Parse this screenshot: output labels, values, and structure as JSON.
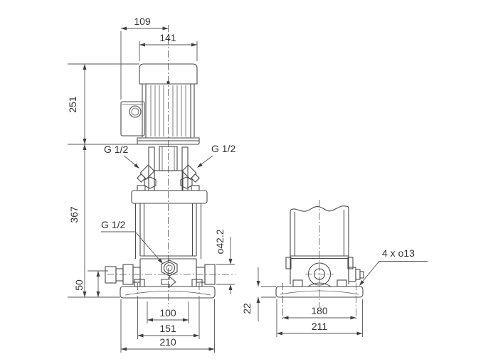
{
  "drawing": {
    "description": "Dimensional drawing of a vertical multistage centrifugal pump: front view with motor and side view of base",
    "colors": {
      "line": "#4a4a4a",
      "dimension": "#565656",
      "text": "#333333",
      "background": "#ffffff"
    },
    "front_view": {
      "dim_terminal_box_to_center": "109",
      "dim_motor_width": "141",
      "dim_motor_height": "251",
      "dim_head_to_base_height": "367",
      "dim_port_centerline_height": "50",
      "label_vent_plug_left": "G 1/2",
      "label_vent_plug_right": "G 1/2",
      "label_drain_plug": "G 1/2",
      "dim_port_outer_diameter": "o42.2",
      "dim_foot_width": "100",
      "dim_bolt_hole_spacing": "151",
      "dim_base_width": "210"
    },
    "side_view": {
      "label_base_holes": "4 x o13",
      "dim_base_height": "22",
      "dim_bolt_hole_spacing": "180",
      "dim_base_depth": "211"
    }
  }
}
